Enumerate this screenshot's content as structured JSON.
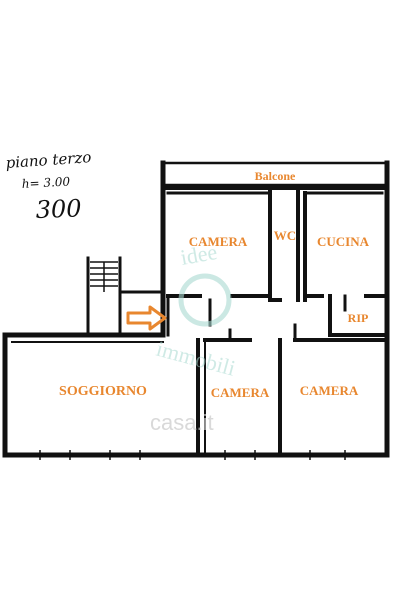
{
  "handwritten": {
    "floor": "piano terzo",
    "height": "h= 3.00",
    "code": "300"
  },
  "rooms": {
    "balcone": "Balcone",
    "camera_top": "CAMERA",
    "wc": "WC",
    "cucina": "CUCINA",
    "rip": "RIP",
    "soggiorno": "SOGGIORNO",
    "camera_mid": "CAMERA",
    "camera_right": "CAMERA"
  },
  "watermarks": {
    "brand_line1": "idee",
    "brand_line2": "immobili",
    "site": "casa.it"
  },
  "colors": {
    "label": "#e8872f",
    "arrow": "#e8872f",
    "watermark": "#a8d8d0"
  },
  "icons": [
    "entrance-arrow-icon",
    "staircase-icon",
    "brand-logo-icon"
  ]
}
